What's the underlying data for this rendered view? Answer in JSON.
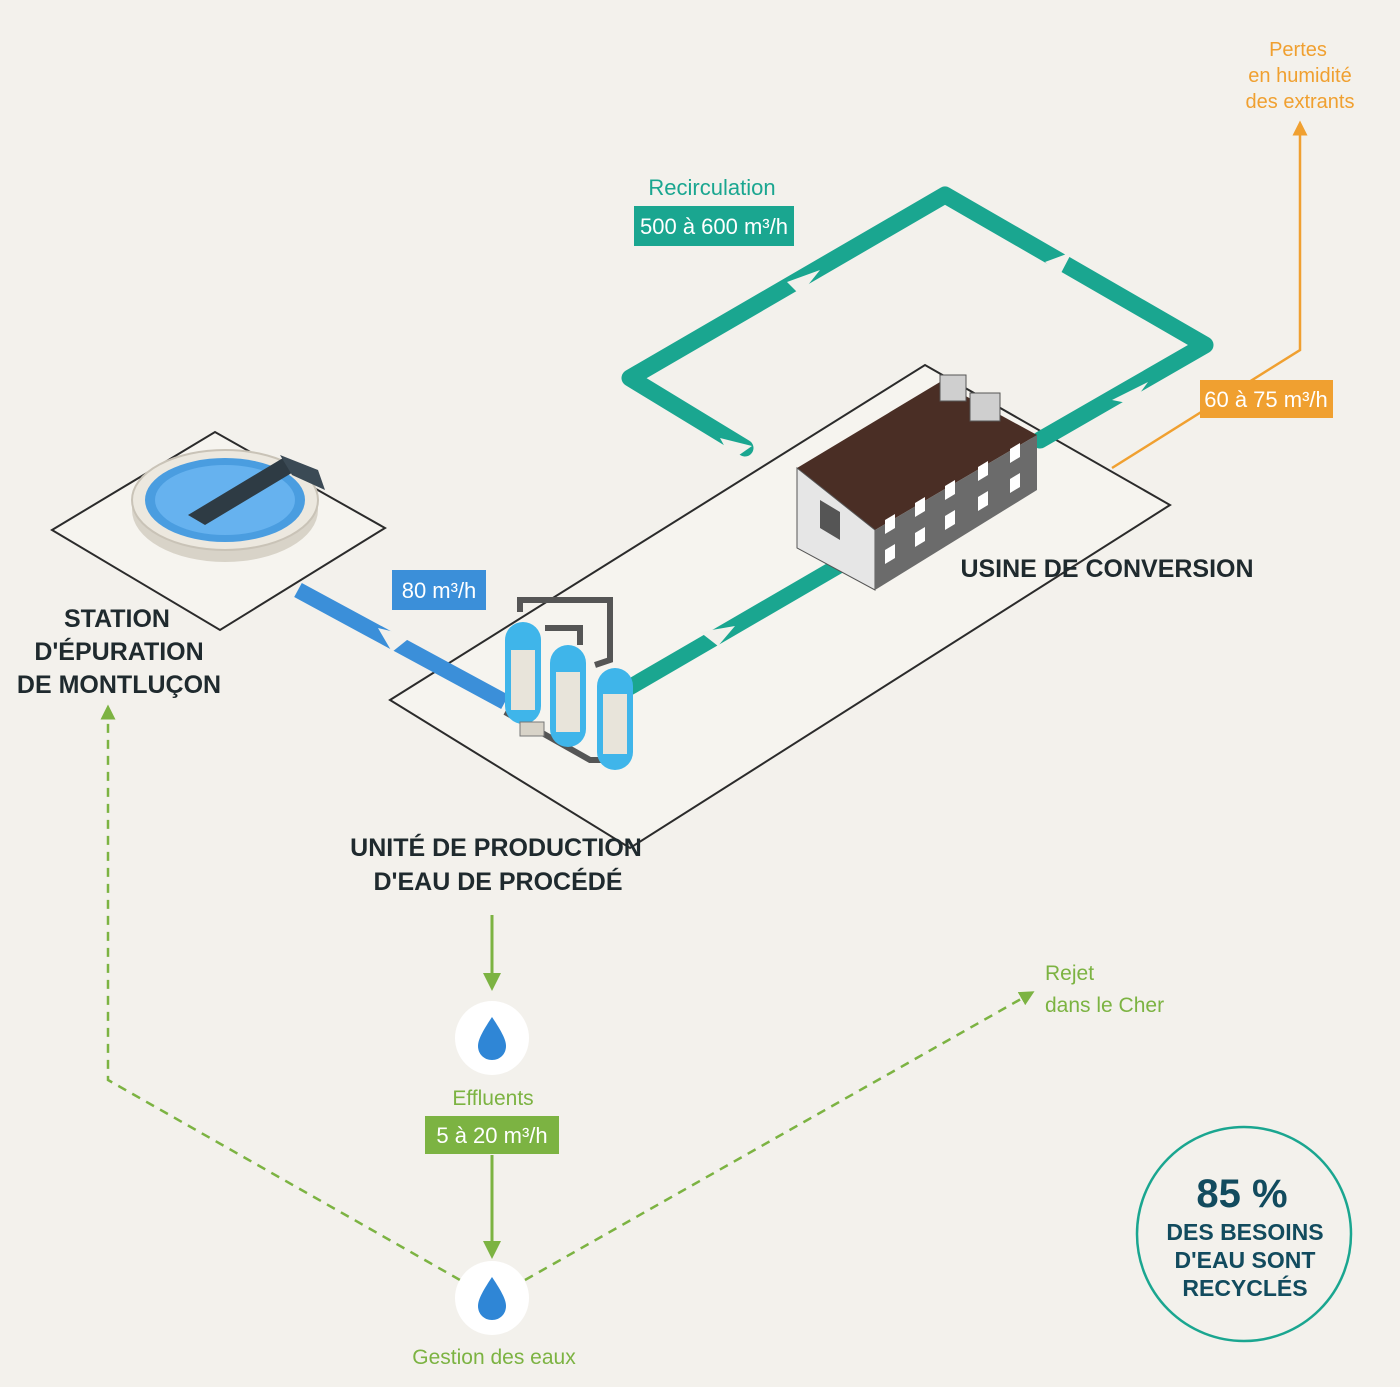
{
  "labels": {
    "station_line1": "STATION",
    "station_line2": "D'ÉPURATION",
    "station_line3": "DE MONTLUÇON",
    "unit_line1": "UNITÉ DE PRODUCTION",
    "unit_line2": "D'EAU DE PROCÉDÉ",
    "factory": "USINE DE CONVERSION"
  },
  "flows": {
    "recirculation_label": "Recirculation",
    "recirculation_value": "500 à 600 m³/h",
    "inflow_value": "80 m³/h",
    "losses_line1": "Pertes",
    "losses_line2": "en humidité",
    "losses_line3": "des extrants",
    "losses_value": "60 à 75 m³/h",
    "effluents_label": "Effluents",
    "effluents_value": "5 à 20 m³/h",
    "discharge_line1": "Rejet",
    "discharge_line2": "dans le Cher",
    "water_management": "Gestion des eaux"
  },
  "stat": {
    "percent": "85 %",
    "line1": "DES BESOINS",
    "line2": "D'EAU SONT",
    "line3": "RECYCLÉS"
  },
  "colors": {
    "background": "#f3f1ec",
    "teal": "#1aa690",
    "blue": "#3b8fd9",
    "orange": "#f0a030",
    "green": "#7cb342",
    "dark_teal_text": "#124b5e"
  }
}
